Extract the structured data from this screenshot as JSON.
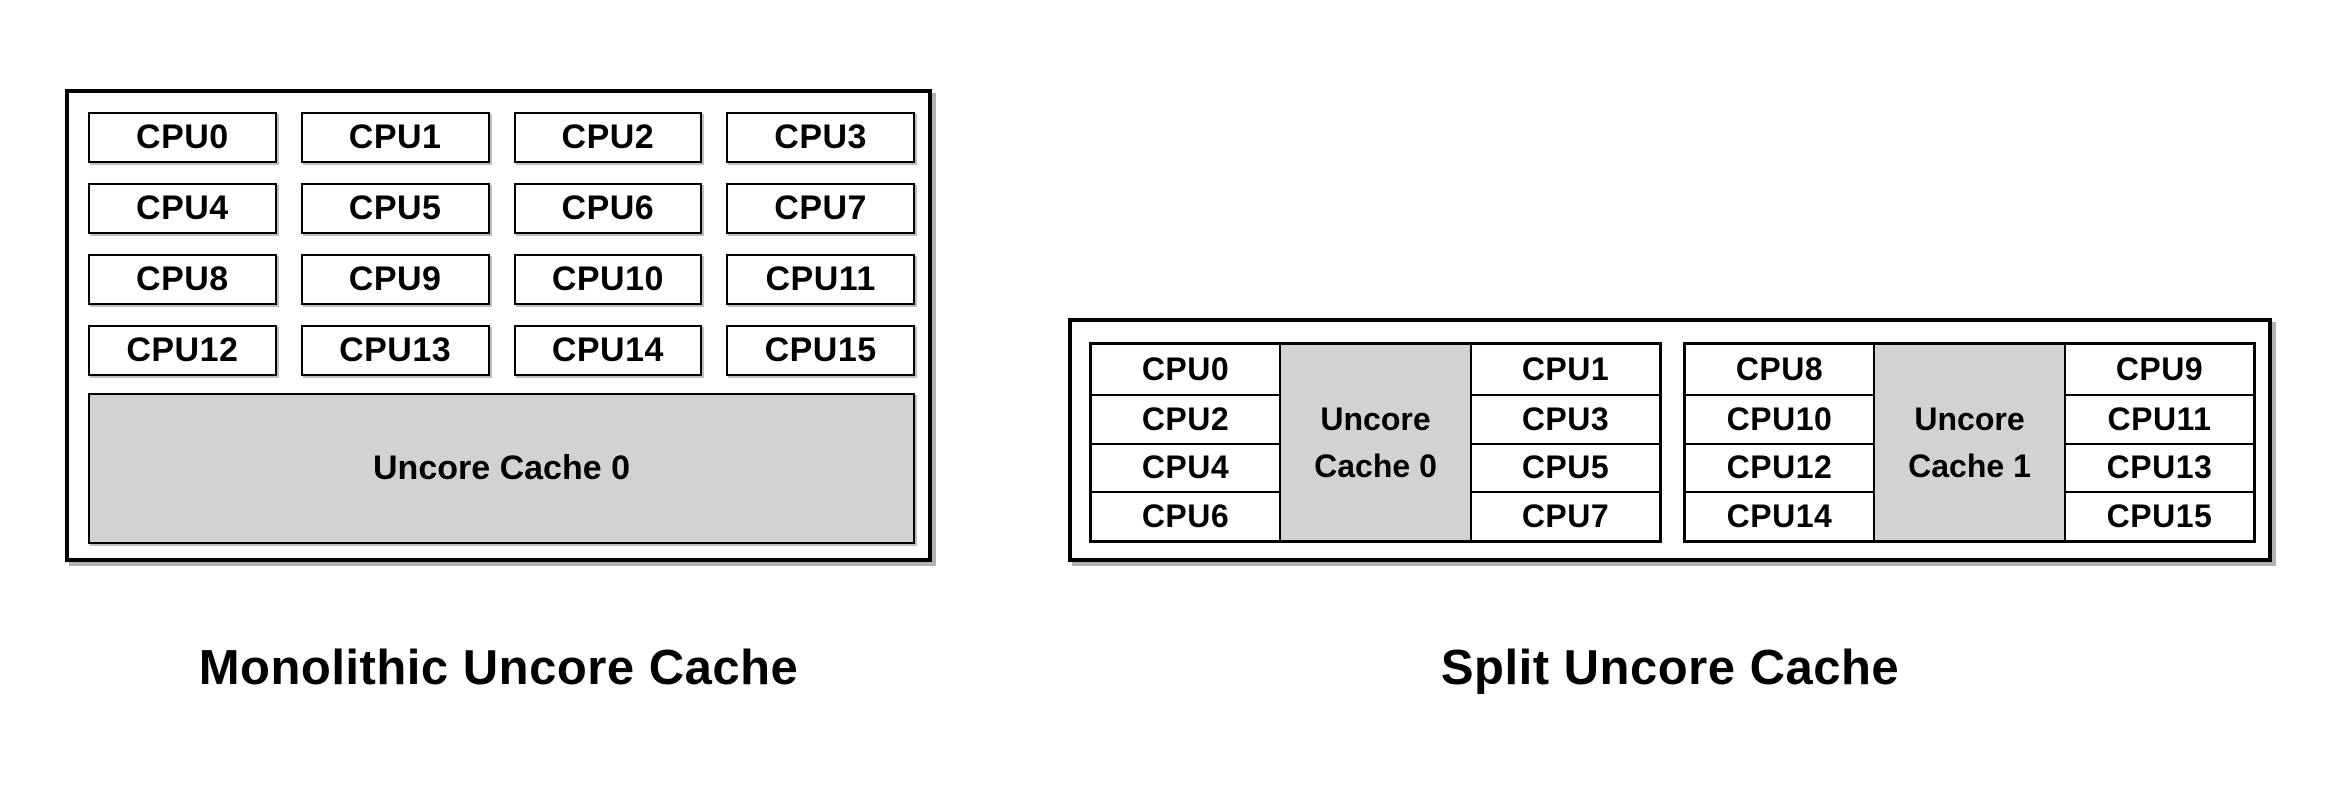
{
  "monolithic": {
    "caption": "Monolithic Uncore Cache",
    "cache_label": "Uncore Cache 0",
    "cpus": [
      "CPU0",
      "CPU1",
      "CPU2",
      "CPU3",
      "CPU4",
      "CPU5",
      "CPU6",
      "CPU7",
      "CPU8",
      "CPU9",
      "CPU10",
      "CPU11",
      "CPU12",
      "CPU13",
      "CPU14",
      "CPU15"
    ]
  },
  "split": {
    "caption": "Split Uncore Cache",
    "clusters": [
      {
        "left_cpus": [
          "CPU0",
          "CPU2",
          "CPU4",
          "CPU6"
        ],
        "cache_label": "Uncore Cache 0",
        "right_cpus": [
          "CPU1",
          "CPU3",
          "CPU5",
          "CPU7"
        ]
      },
      {
        "left_cpus": [
          "CPU8",
          "CPU10",
          "CPU12",
          "CPU14"
        ],
        "cache_label": "Uncore Cache 1",
        "right_cpus": [
          "CPU9",
          "CPU11",
          "CPU13",
          "CPU15"
        ]
      }
    ]
  },
  "colors": {
    "cache_fill": "#d2d2d2",
    "border": "#000000",
    "background": "#ffffff"
  }
}
